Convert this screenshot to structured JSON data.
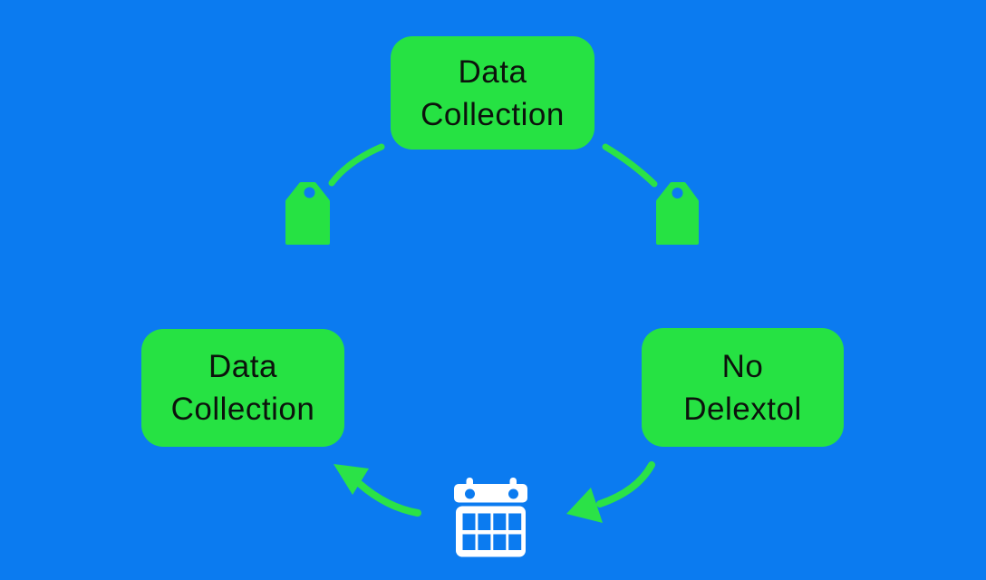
{
  "colors": {
    "background": "#0b7bf0",
    "node-fill": "#26e243",
    "node-text": "#0c120c",
    "arrow": "#2be247",
    "icon": "#ffffff"
  },
  "diagram": {
    "nodes": {
      "top": {
        "lines": [
          "Data",
          "Collection"
        ]
      },
      "left": {
        "lines": [
          "Data",
          "Collection"
        ]
      },
      "right": {
        "lines": [
          "No",
          "Delextol"
        ]
      }
    },
    "icons": {
      "tag_left": "tag-icon",
      "tag_right": "tag-icon",
      "calendar": "calendar-icon"
    }
  }
}
